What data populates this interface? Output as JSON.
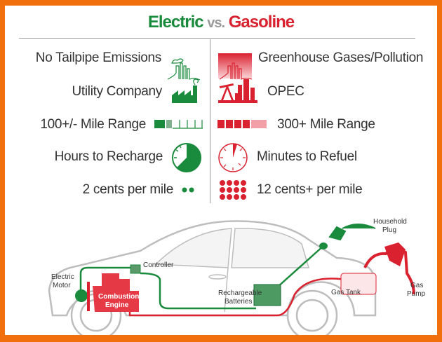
{
  "title": {
    "electric": "Electric",
    "vs": "vs.",
    "gasoline": "Gasoline"
  },
  "colors": {
    "electric": "#1a8a3c",
    "gasoline": "#d9212f",
    "border": "#f26f0e"
  },
  "rows": [
    {
      "electric": "No Tailpipe Emissions",
      "electric_icon": "city-clean-icon",
      "gasoline": "Greenhouse Gases/Pollution",
      "gasoline_icon": "city-smog-icon"
    },
    {
      "electric": "Utility Company",
      "electric_icon": "factory-icon",
      "gasoline": "OPEC",
      "gasoline_icon": "oil-derrick-icon"
    },
    {
      "electric": "100+/- Mile Range",
      "electric_icon": "range-bar-icon",
      "gasoline": "300+ Mile Range",
      "gasoline_icon": "range-bar-icon"
    },
    {
      "electric": "Hours to Recharge",
      "electric_icon": "clock-icon",
      "gasoline": "Minutes to Refuel",
      "gasoline_icon": "clock-icon"
    },
    {
      "electric": "2 cents per mile",
      "electric_icon": "dots-icon",
      "gasoline": "12 cents+ per mile",
      "gasoline_icon": "dots-icon"
    }
  ],
  "car": {
    "electric_motor": [
      "Electric",
      "Motor"
    ],
    "combustion_engine": [
      "Combustion",
      "Engine"
    ],
    "controller": "Controller",
    "batteries": [
      "Rechargeable",
      "Batteries"
    ],
    "gas_tank": "Gas Tank",
    "household_plug": [
      "Household",
      "Plug"
    ],
    "gas_pump": [
      "Gas",
      "Pump"
    ]
  }
}
